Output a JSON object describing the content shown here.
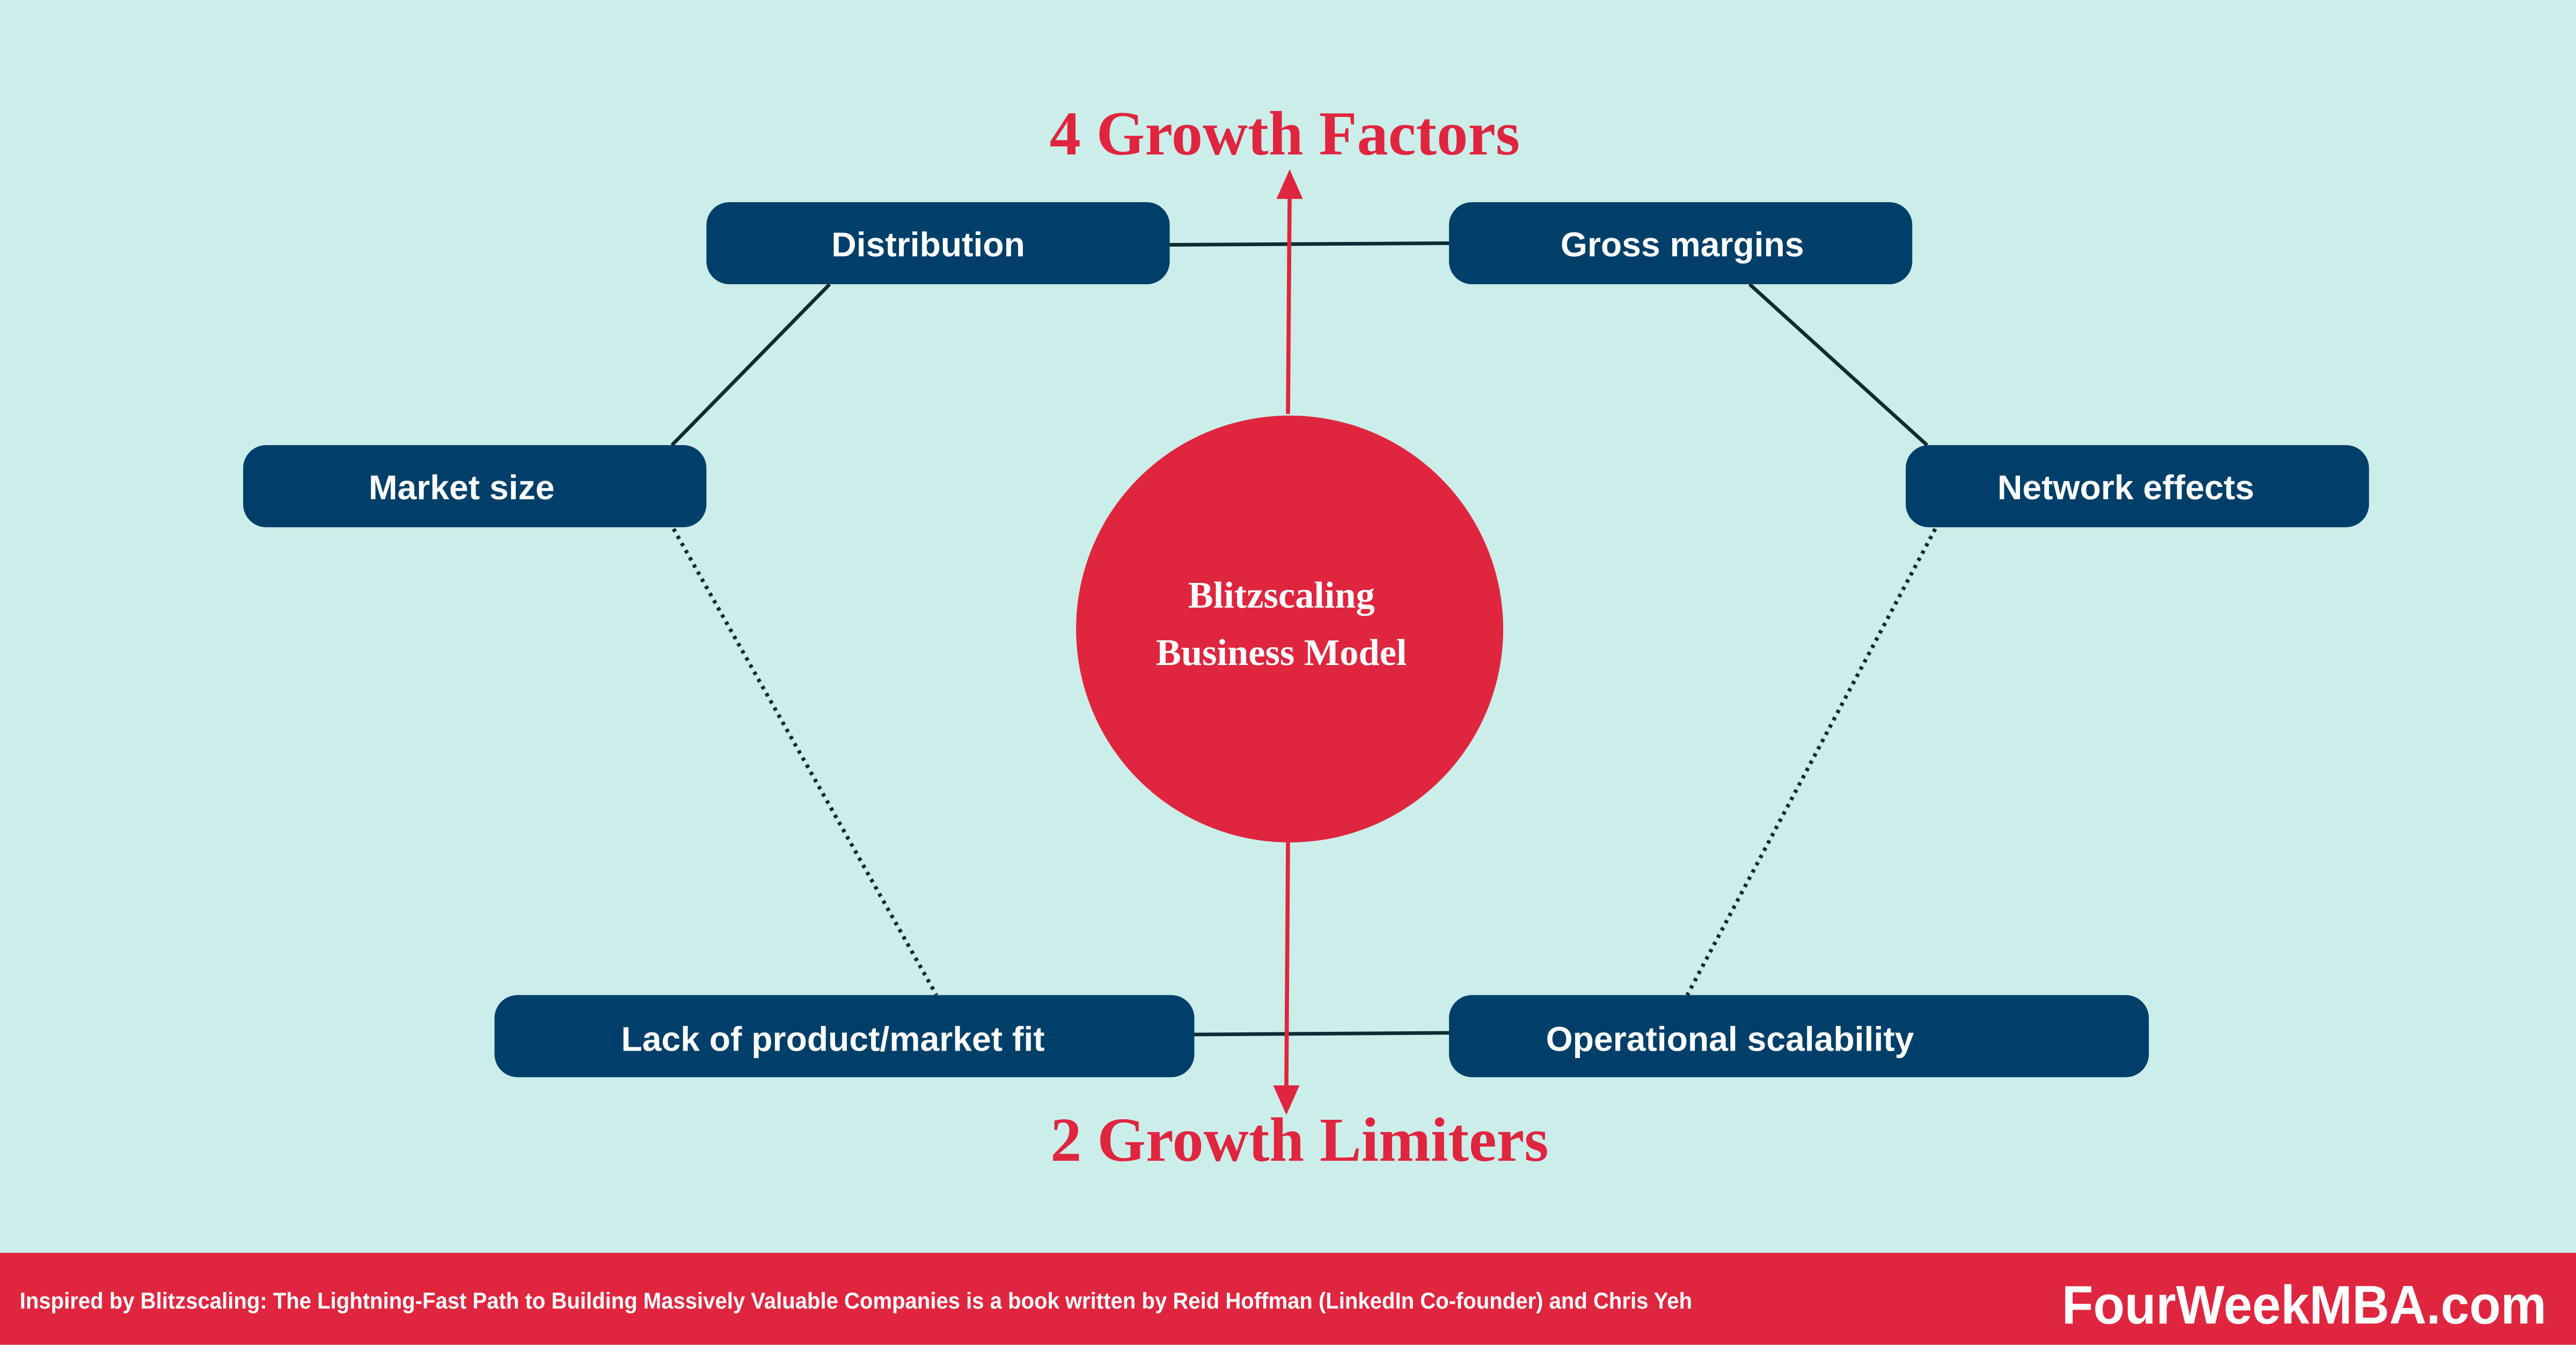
{
  "title_top": "4 Growth Factors",
  "title_bottom": "2 Growth Limiters",
  "center": {
    "line1": "Blitzscaling",
    "line2": "Business Model"
  },
  "factors": [
    "Distribution",
    "Gross margins",
    "Market size",
    "Network effects"
  ],
  "limiters": [
    "Lack of product/market fit",
    "Operational scalability"
  ],
  "footer": {
    "caption": "Inspired by Blitzscaling: The Lightning-Fast Path to Building Massively Valuable Companies is a book written by Reid Hoffman (LinkedIn Co-founder) and Chris Yeh",
    "brand": "FourWeekMBA.com"
  },
  "colors": {
    "background": "#cbeeea",
    "accent": "#e0253f",
    "box": "#003f69"
  }
}
